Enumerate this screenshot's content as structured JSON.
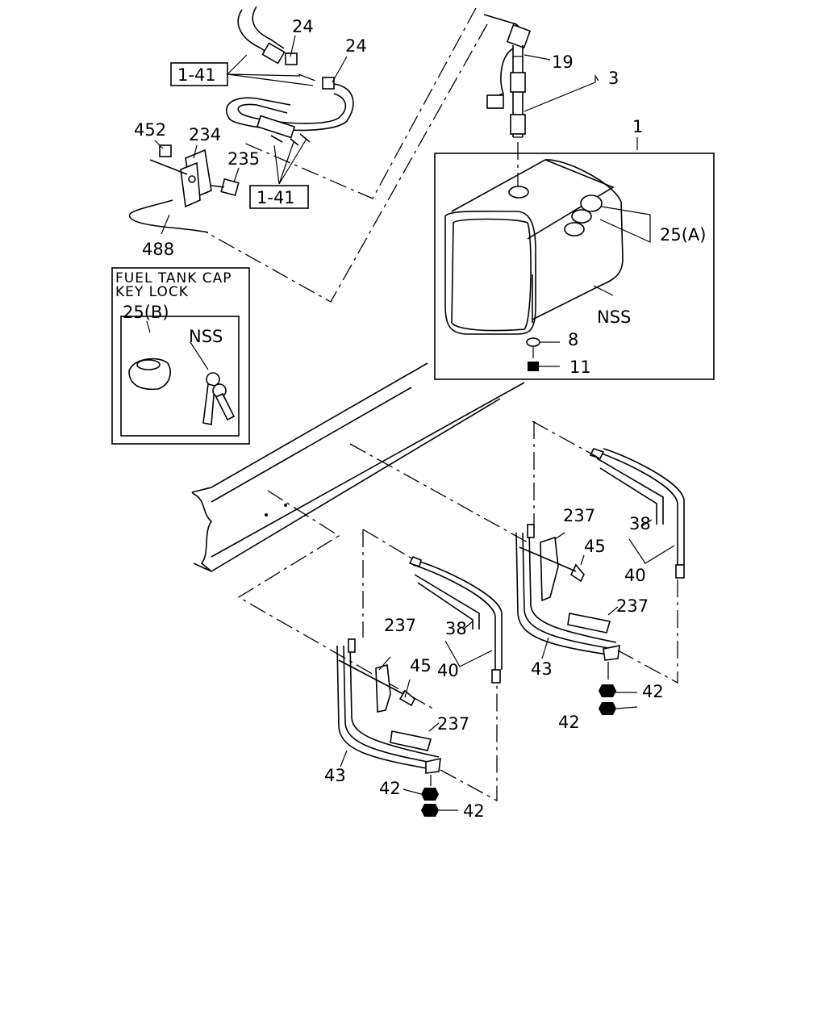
{
  "labels": {
    "p24a": "24",
    "p24b": "24",
    "ref141a": "1-41",
    "ref141b": "1-41",
    "p19": "19",
    "p3": "3",
    "p1": "1",
    "p452": "452",
    "p234": "234",
    "p235": "235",
    "p488": "488",
    "p25a": "25(A)",
    "nss_tank": "NSS",
    "p8": "8",
    "p11": "11",
    "inset_title_1": "FUEL TANK CAP",
    "inset_title_2": "KEY LOCK",
    "p25b": "25(B)",
    "nss_key": "NSS",
    "p237a": "237",
    "p45a": "45",
    "p38a": "38",
    "p40a": "40",
    "p237b": "237",
    "p43a": "43",
    "p42a": "42",
    "p42b": "42",
    "p237c": "237",
    "p38b": "38",
    "p45b": "45",
    "p40b": "40",
    "p237d": "237",
    "p43b": "43",
    "p42c": "42",
    "p42d": "42"
  }
}
